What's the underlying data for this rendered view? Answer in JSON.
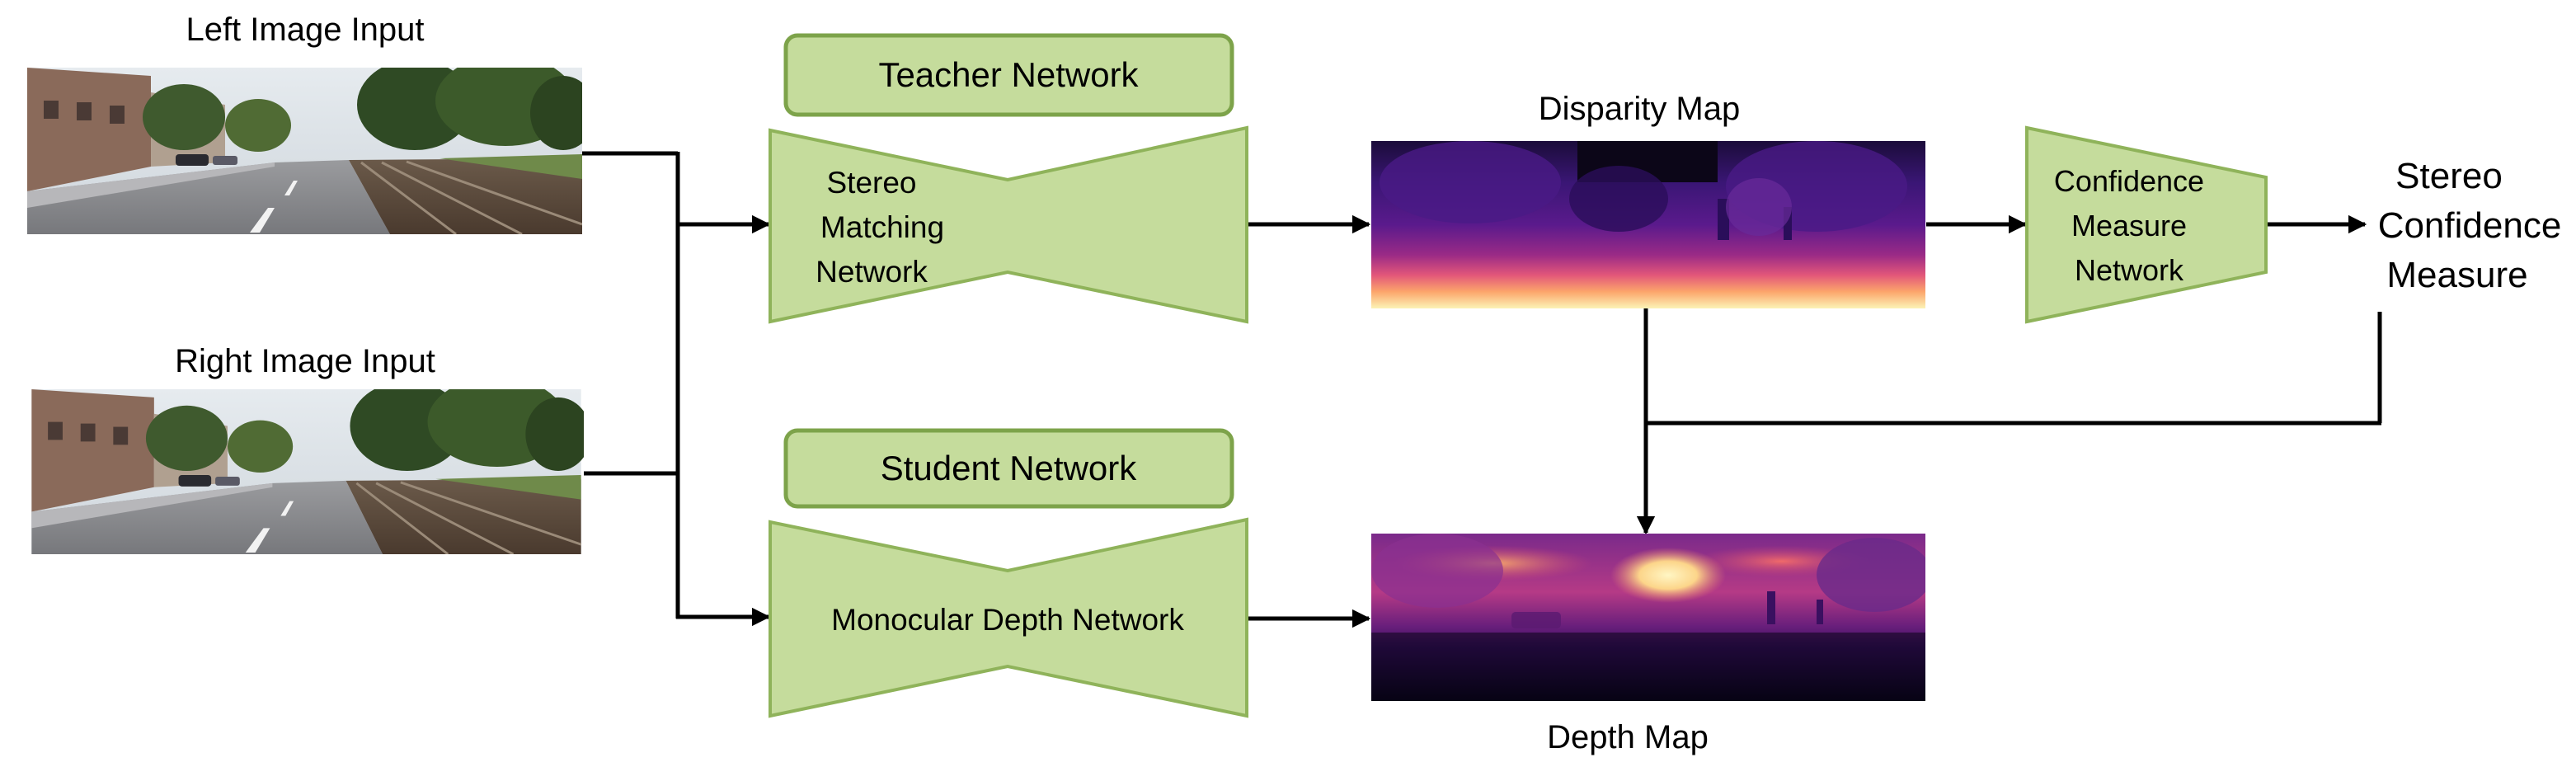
{
  "inputs": {
    "left_label": "Left Image Input",
    "right_label": "Right Image Input"
  },
  "teacher": {
    "title": "Teacher Network",
    "body_lines": [
      "Stereo",
      "Matching",
      "Network"
    ]
  },
  "student": {
    "title": "Student Network",
    "body": "Monocular Depth Network"
  },
  "maps": {
    "disparity_label": "Disparity Map",
    "depth_label": "Depth Map"
  },
  "confidence_net": {
    "lines": [
      "Confidence",
      "Measure",
      "Network"
    ]
  },
  "output": {
    "lines": [
      "Stereo",
      "Confidence",
      "Measure"
    ]
  },
  "colors": {
    "block_fill": "#c5dc9c",
    "block_stroke": "#7da34a",
    "wire": "#000000"
  }
}
